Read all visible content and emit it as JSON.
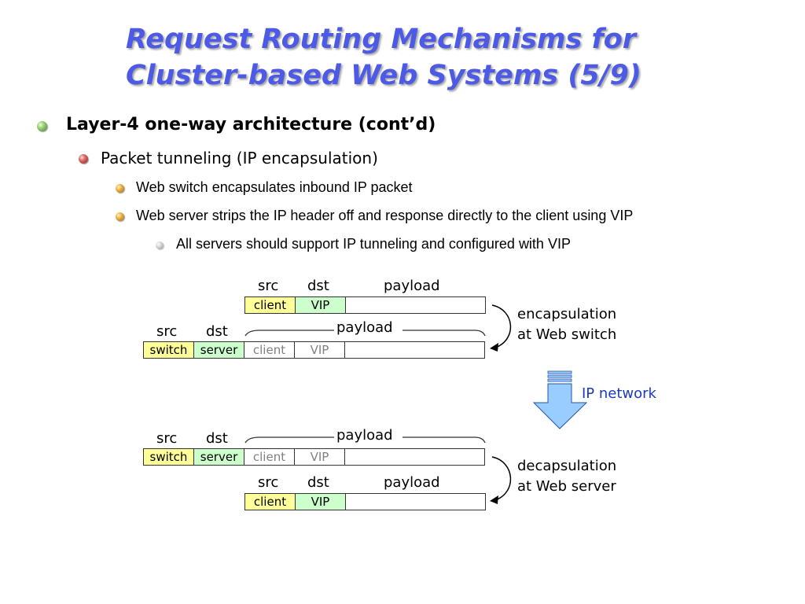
{
  "title": {
    "line1": "Request Routing Mechanisms for",
    "line2": "Cluster-based Web Systems (5/9)"
  },
  "bullets": {
    "l1": "Layer-4 one-way architecture (cont’d)",
    "l2": "Packet tunneling (IP encapsulation)",
    "l3a": "Web switch encapsulates inbound IP packet",
    "l3b": "Web server strips the IP header off and response directly to the client using VIP",
    "l4": "All servers should support IP tunneling and configured with VIP"
  },
  "diagram": {
    "headers": {
      "src": "src",
      "dst": "dst",
      "payload": "payload"
    },
    "cells": {
      "client": "client",
      "vip": "VIP",
      "switch": "switch",
      "server": "server"
    },
    "encapsulation_note": [
      "encapsulation",
      "at Web switch"
    ],
    "decapsulation_note": [
      "decapsulation",
      "at Web server"
    ],
    "network_label": "IP network",
    "colors": {
      "src_cell": "#ffff99",
      "dst_cell": "#ccffcc",
      "network_arrow": "#99ccff",
      "network_text": "#1a3bb8",
      "title": "#4d5ae6"
    }
  }
}
